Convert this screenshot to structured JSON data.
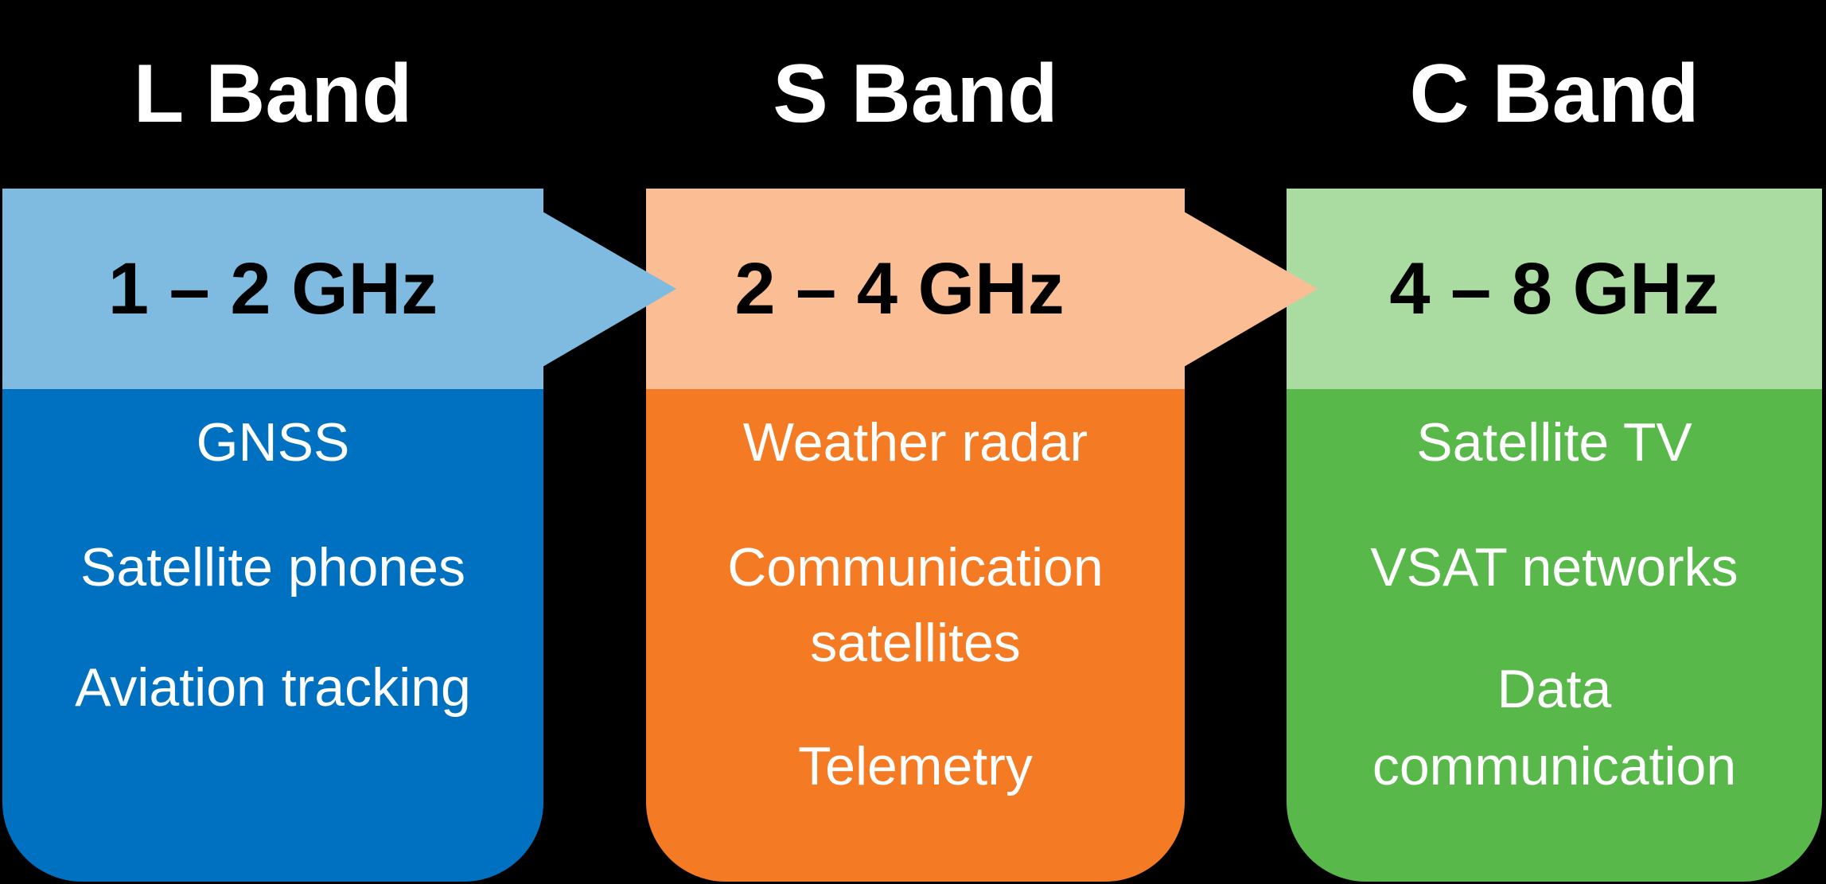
{
  "bands": [
    {
      "name": "L Band",
      "range": "1 – 2 GHz",
      "uses": [
        "GNSS",
        "Satellite phones",
        "Aviation tracking"
      ],
      "light": "#7fbae0",
      "dark": "#0071c0"
    },
    {
      "name": "S Band",
      "range": "2 – 4 GHz",
      "uses": [
        "Weather radar",
        "Communication",
        "satellites",
        "Telemetry"
      ],
      "light": "#fbbd93",
      "dark": "#f47b23"
    },
    {
      "name": "C Band",
      "range": "4 – 8 GHz",
      "uses": [
        "Satellite TV",
        "VSAT networks",
        "Data",
        "communication"
      ],
      "light": "#aadba1",
      "dark": "#58b849"
    }
  ]
}
